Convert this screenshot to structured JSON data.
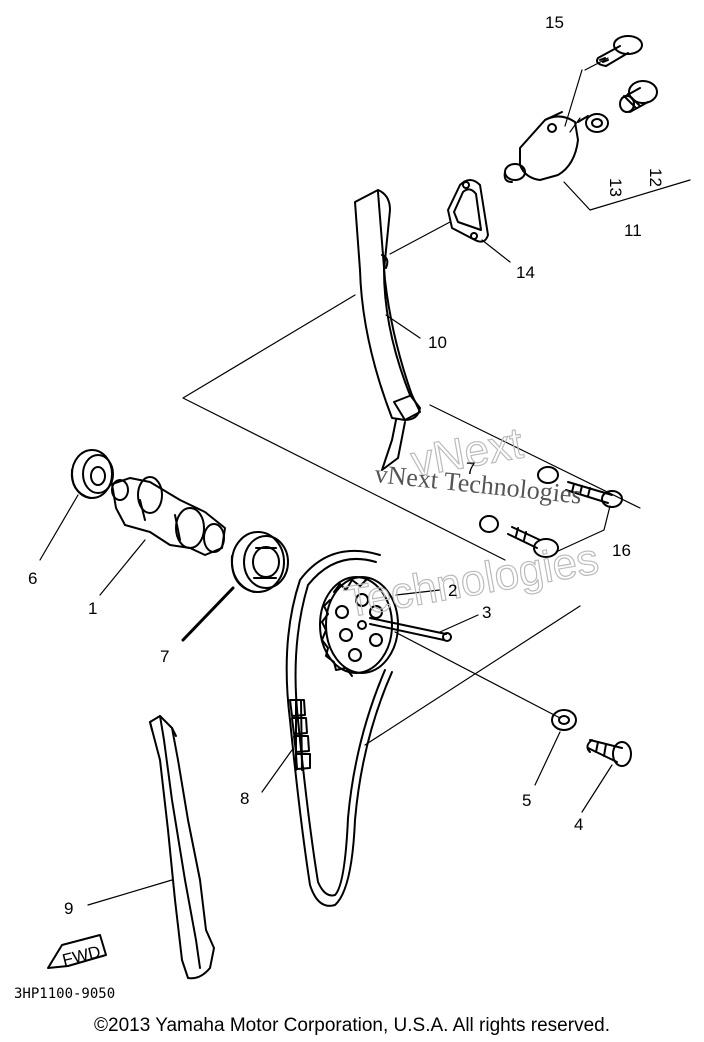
{
  "diagram": {
    "part_labels": {
      "p1": "1",
      "p2": "2",
      "p3": "3",
      "p4": "4",
      "p5": "5",
      "p6": "6",
      "p7a": "7",
      "p7b": "7",
      "p8": "8",
      "p9": "9",
      "p10": "10",
      "p11": "11",
      "p12": "12",
      "p13": "13",
      "p14": "14",
      "p15": "15",
      "p16": "16"
    },
    "fwd_label": "FWD",
    "drawing_code": "3HP1100-9050",
    "watermark_1": "vNext Technologies",
    "watermark_2a": "vNext",
    "watermark_2b": "Technologies"
  },
  "copyright": "©2013 Yamaha Motor Corporation, U.S.A. All rights reserved."
}
